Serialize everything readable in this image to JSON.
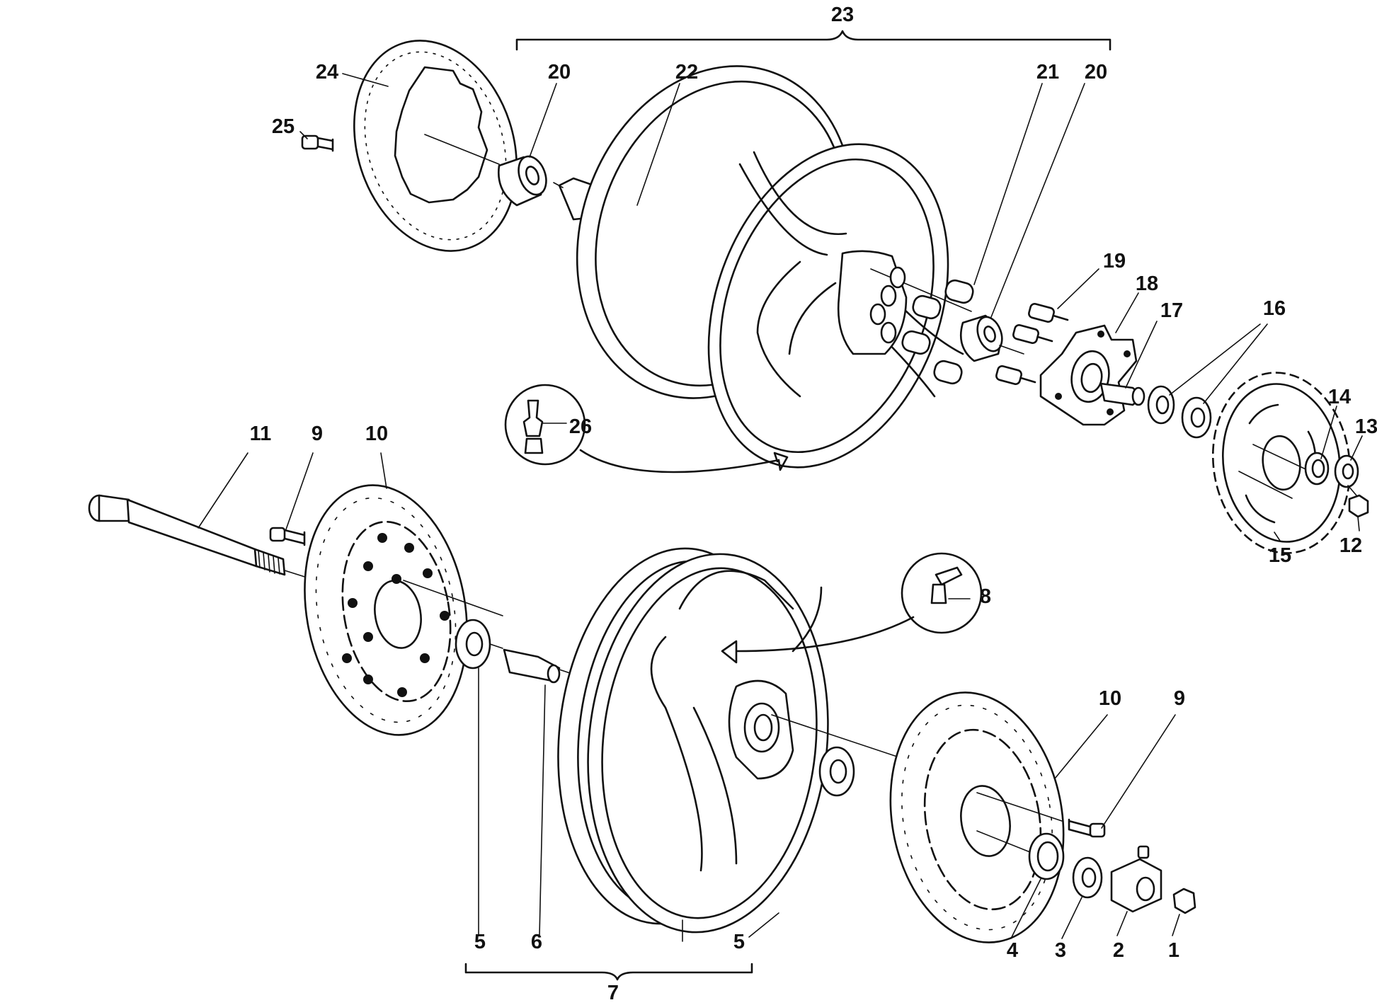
{
  "labels": {
    "c1": "1",
    "c2": "2",
    "c3": "3",
    "c4": "4",
    "c5a": "5",
    "c5b": "5",
    "c6": "6",
    "c7": "7",
    "c8": "8",
    "c9a": "9",
    "c9b": "9",
    "c10a": "10",
    "c10b": "10",
    "c11": "11",
    "c12": "12",
    "c13": "13",
    "c14": "14",
    "c15": "15",
    "c16": "16",
    "c17": "17",
    "c18": "18",
    "c19": "19",
    "c20a": "20",
    "c20b": "20",
    "c21": "21",
    "c22": "22",
    "c23": "23",
    "c24": "24",
    "c25": "25",
    "c26": "26"
  },
  "colors": {
    "line": "#111111",
    "background": "#ffffff"
  }
}
